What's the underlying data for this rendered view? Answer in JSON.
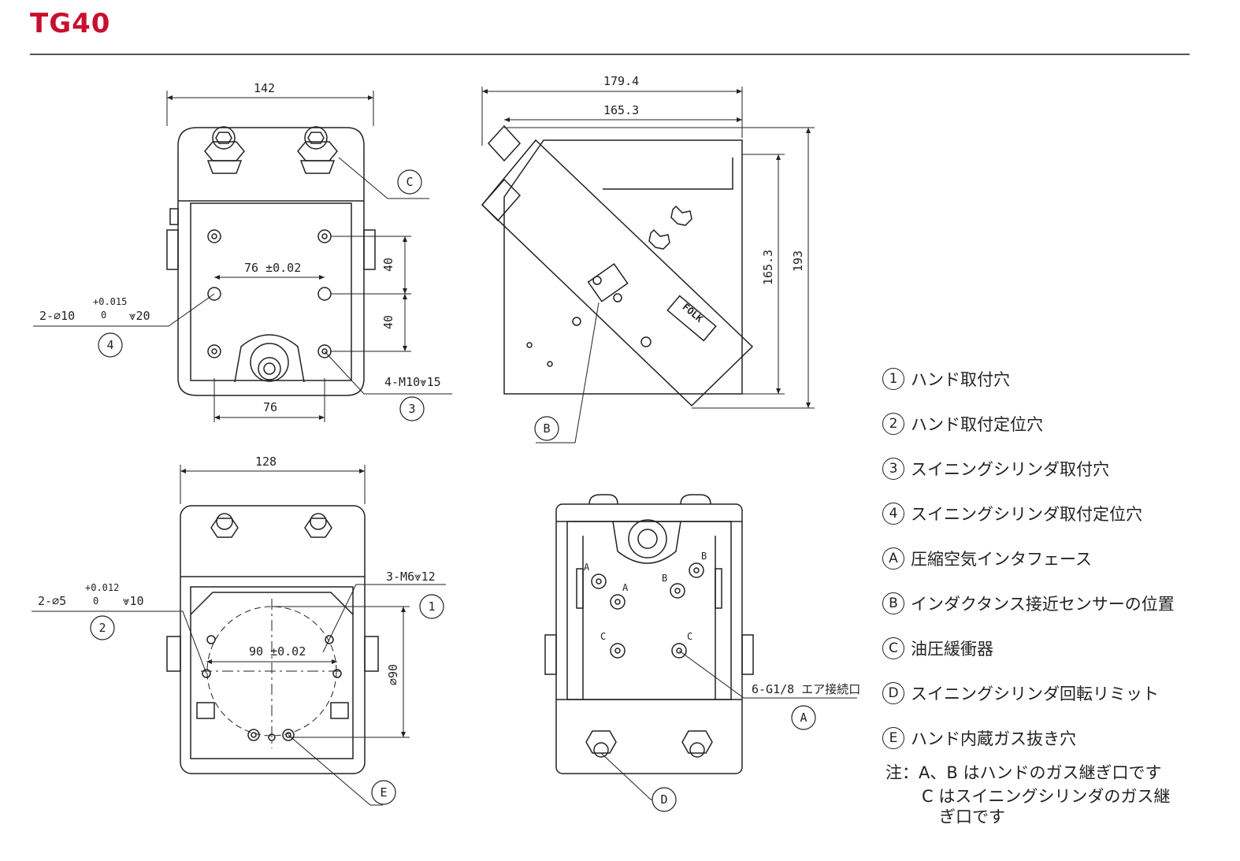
{
  "title": "TG40",
  "dimensions": {
    "front": {
      "width": "142",
      "pitch_h": "76 ±0.02",
      "pitch_bottom": "76",
      "v1": "40",
      "v2": "40",
      "hole_spec_a": "2-∅10",
      "tol_upper": "+0.015",
      "tol_lower": "0",
      "depth": "⩔20",
      "thread_spec": "4-M10⩔15"
    },
    "side": {
      "overall": "179.4",
      "body": "165.3",
      "h1": "165.3",
      "h2": "193"
    },
    "bottom": {
      "width": "128",
      "hole_spec": "2-∅5",
      "tol_upper": "+0.012",
      "tol_lower": "0",
      "depth": "⩔10",
      "thread_spec": "3-M6⩔12",
      "pitch": "90 ±0.02",
      "diameter": "∅90"
    },
    "back": {
      "port_spec": "6-G1/8 エア接続口"
    }
  },
  "callouts": [
    "1",
    "2",
    "3",
    "4",
    "A",
    "B",
    "C",
    "D",
    "E"
  ],
  "port_letters": {
    "a": "A",
    "b": "B",
    "c": "C"
  },
  "brand_mark": "FOLK",
  "legend": [
    {
      "badge": "1",
      "text": "ハンド取付穴"
    },
    {
      "badge": "2",
      "text": "ハンド取付定位穴"
    },
    {
      "badge": "3",
      "text": "スイニングシリンダ取付穴"
    },
    {
      "badge": "4",
      "text": "スイニングシリンダ取付定位穴"
    },
    {
      "badge": "A",
      "text": "圧縮空気インタフェース"
    },
    {
      "badge": "B",
      "text": "インダクタンス接近センサーの位置"
    },
    {
      "badge": "C",
      "text": "油圧緩衝器"
    },
    {
      "badge": "D",
      "text": "スイニングシリンダ回転リミット"
    },
    {
      "badge": "E",
      "text": "ハンド内蔵ガス抜き穴"
    }
  ],
  "note": {
    "line1": "注：A、B はハンドのガス継ぎ口です",
    "line2": "C はスイニングシリンダのガス継",
    "line3": "ぎ口です"
  },
  "colors": {
    "title": "#c8102e",
    "line": "#222222"
  }
}
